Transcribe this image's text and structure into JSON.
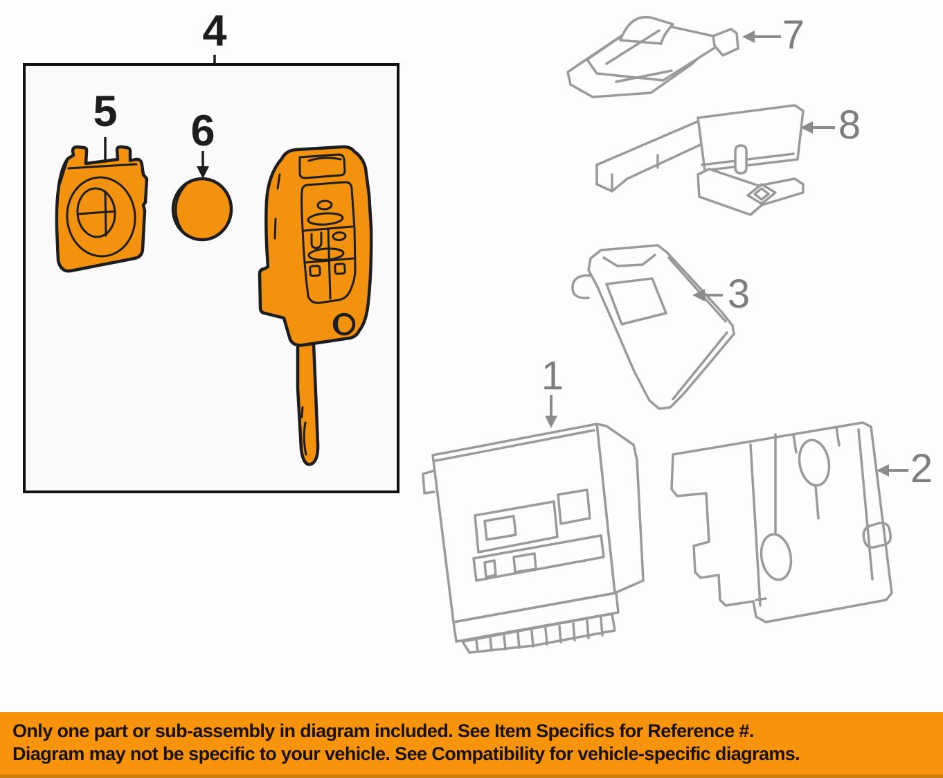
{
  "callouts": {
    "c1": {
      "label": "1"
    },
    "c2": {
      "label": "2"
    },
    "c3": {
      "label": "3"
    },
    "c4": {
      "label": "4"
    },
    "c5": {
      "label": "5"
    },
    "c6": {
      "label": "6"
    },
    "c7": {
      "label": "7"
    },
    "c8": {
      "label": "8"
    }
  },
  "banner": {
    "line1": "Only one part or sub-assembly in diagram included. See Item Specifics for Reference #.",
    "line2": "Diagram may not be specific to your vehicle. See Compatibility for vehicle-specific diagrams."
  },
  "colors": {
    "highlight_orange": "#F2920E",
    "outline_black": "#1D1D1D",
    "part_line_gray": "#9A9A9A",
    "callout_gray": "#7D7D7D",
    "banner_background": "#F7940C",
    "banner_bottom_edge": "#CD7E08",
    "banner_text": "#1A1108",
    "box_border": "#0F0F0F"
  }
}
